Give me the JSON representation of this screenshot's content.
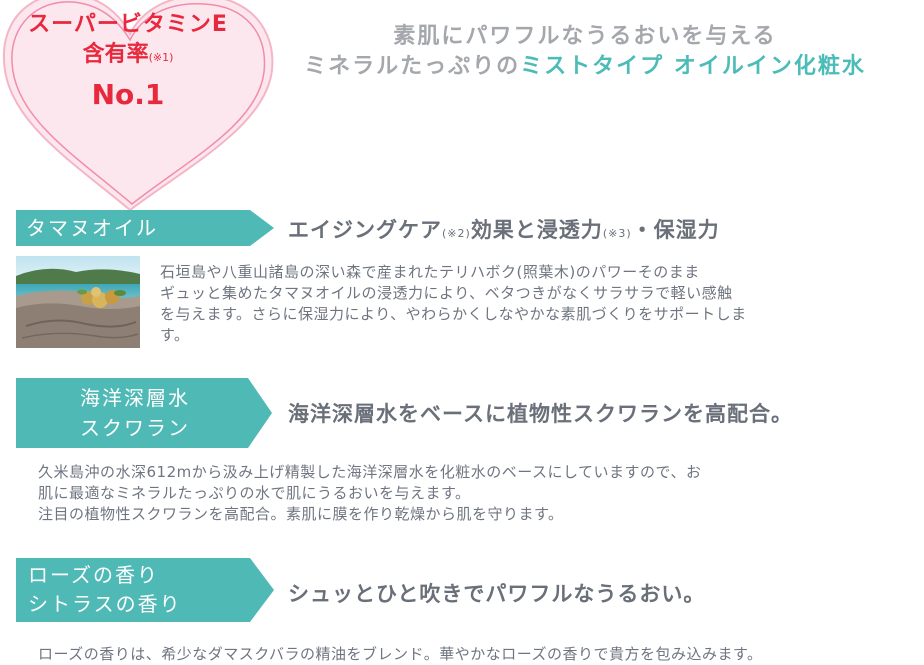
{
  "badge": {
    "line1": "スーパービタミンE",
    "line2": "含有率",
    "note": "(※1)",
    "line3": "No.1"
  },
  "headline": {
    "line1": "素肌にパワフルなうるおいを与える",
    "line2_a": "ミネラルたっぷりの",
    "line2_b": "ミストタイプ オイルイン化粧水"
  },
  "colors": {
    "accent": "#4fb9b6",
    "badge_red": "#e8283c",
    "heart_pink": "#f4b6c6"
  },
  "sections": [
    {
      "tag_lines": [
        "タマヌオイル"
      ],
      "title_parts": [
        "エイジングケア",
        "(※2)",
        "効果と浸透力",
        "(※3)",
        "・保湿力"
      ],
      "body_lines": [
        "石垣島や八重山諸島の深い森で産まれたテリハボク(照葉木)のパワーそのまま",
        "ギュッと集めたタマヌオイルの浸透力により、ベタつきがなくサラサラで軽い感触",
        "を与えます。さらに保湿力により、やわらかくしなやかな素肌づくりをサポートしま",
        "す。"
      ]
    },
    {
      "tag_lines": [
        "海洋深層水",
        "スクワラン"
      ],
      "title": "海洋深層水をベースに植物性スクワランを高配合。",
      "body_lines": [
        "久米島沖の水深612mから汲み上げ精製した海洋深層水を化粧水のベースにしていますので、お",
        "肌に最適なミネラルたっぷりの水で肌にうるおいを与えます。",
        "注目の植物性スクワランを高配合。素肌に膜を作り乾燥から肌を守ります。"
      ]
    },
    {
      "tag_lines": [
        "ローズの香り",
        "シトラスの香り"
      ],
      "title": "シュッとひと吹きでパワフルなうるおい。",
      "body_lines": [
        "ローズの香りは、希少なダマスクバラの精油をブレンド。華やかなローズの香りで貴方を包み込みます。"
      ]
    }
  ]
}
